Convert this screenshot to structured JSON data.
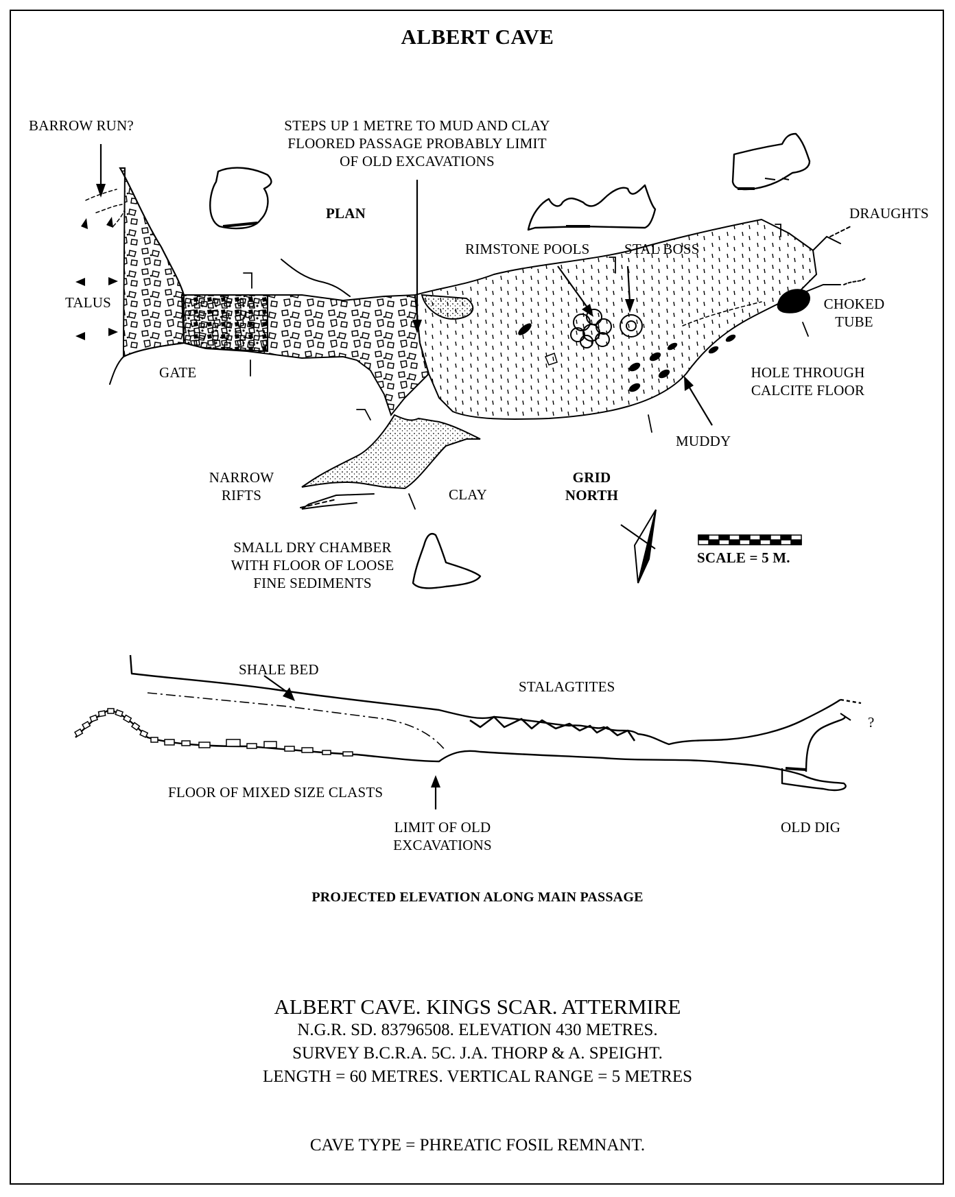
{
  "title": "ALBERT CAVE",
  "plan": {
    "heading": "PLAN",
    "labels": {
      "barrow_run": "BARROW RUN?",
      "steps": "STEPS UP 1 METRE TO MUD AND CLAY\nFLOORED PASSAGE PROBABLY LIMIT\nOF OLD EXCAVATIONS",
      "draughts": "DRAUGHTS",
      "rimstone": "RIMSTONE POOLS",
      "stal_boss": "STAL BOSS",
      "talus": "TALUS",
      "choked_tube": "CHOKED\nTUBE",
      "gate": "GATE",
      "hole_calcite": "HOLE THROUGH\nCALCITE FLOOR",
      "muddy": "MUDDY",
      "narrow_rifts": "NARROW\nRIFTS",
      "clay": "CLAY",
      "grid_north": "GRID\nNORTH",
      "dry_chamber": "SMALL DRY CHAMBER\nWITH FLOOR OF LOOSE\nFINE SEDIMENTS",
      "scale": "SCALE = 5 M."
    }
  },
  "elevation": {
    "labels": {
      "shale_bed": "SHALE BED",
      "stalagtites": "STALAGTITES",
      "question": "?",
      "floor_clasts": "FLOOR OF MIXED SIZE CLASTS",
      "limit_old": "LIMIT OF OLD\nEXCAVATIONS",
      "old_dig": "OLD DIG"
    },
    "caption": "PROJECTED ELEVATION ALONG MAIN PASSAGE"
  },
  "footer": {
    "line1": "ALBERT CAVE. KINGS SCAR. ATTERMIRE",
    "line2": "N.G.R. SD. 83796508. ELEVATION 430 METRES.",
    "line3": "SURVEY B.C.R.A. 5C. J.A. THORP & A. SPEIGHT.",
    "line4": "LENGTH = 60 METRES. VERTICAL RANGE = 5 METRES",
    "line5": "CAVE TYPE = PHREATIC FOSIL REMNANT."
  }
}
